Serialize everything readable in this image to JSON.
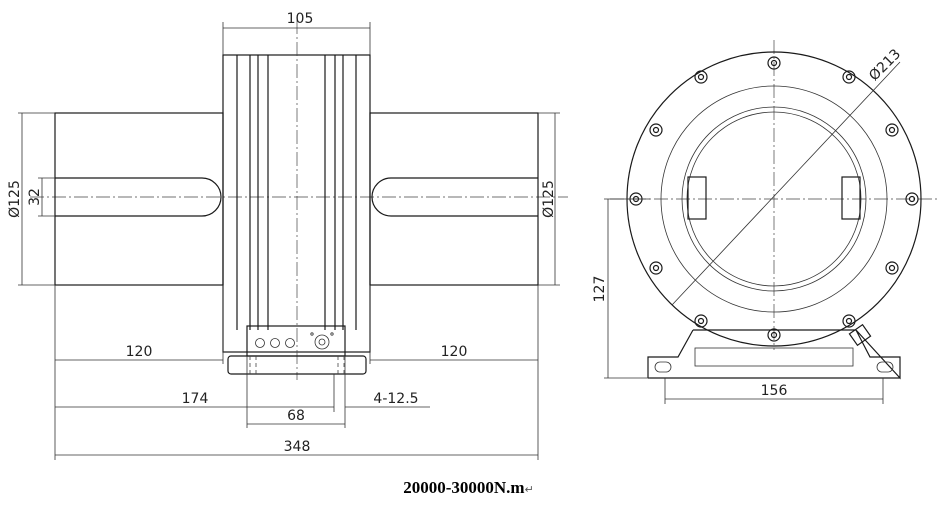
{
  "caption": "20000-30000N.m",
  "caption_mark": "↵",
  "dims": {
    "d_top": "105",
    "d_left_dia": "Ø125",
    "d_bore": "32",
    "d_right_dia": "Ø125",
    "d_left_len": "120",
    "d_right_len": "120",
    "d_174": "174",
    "d_68": "68",
    "d_holes": "4-12.5",
    "d_total": "348",
    "d_213": "Ø213",
    "d_127": "127",
    "d_156": "156"
  }
}
